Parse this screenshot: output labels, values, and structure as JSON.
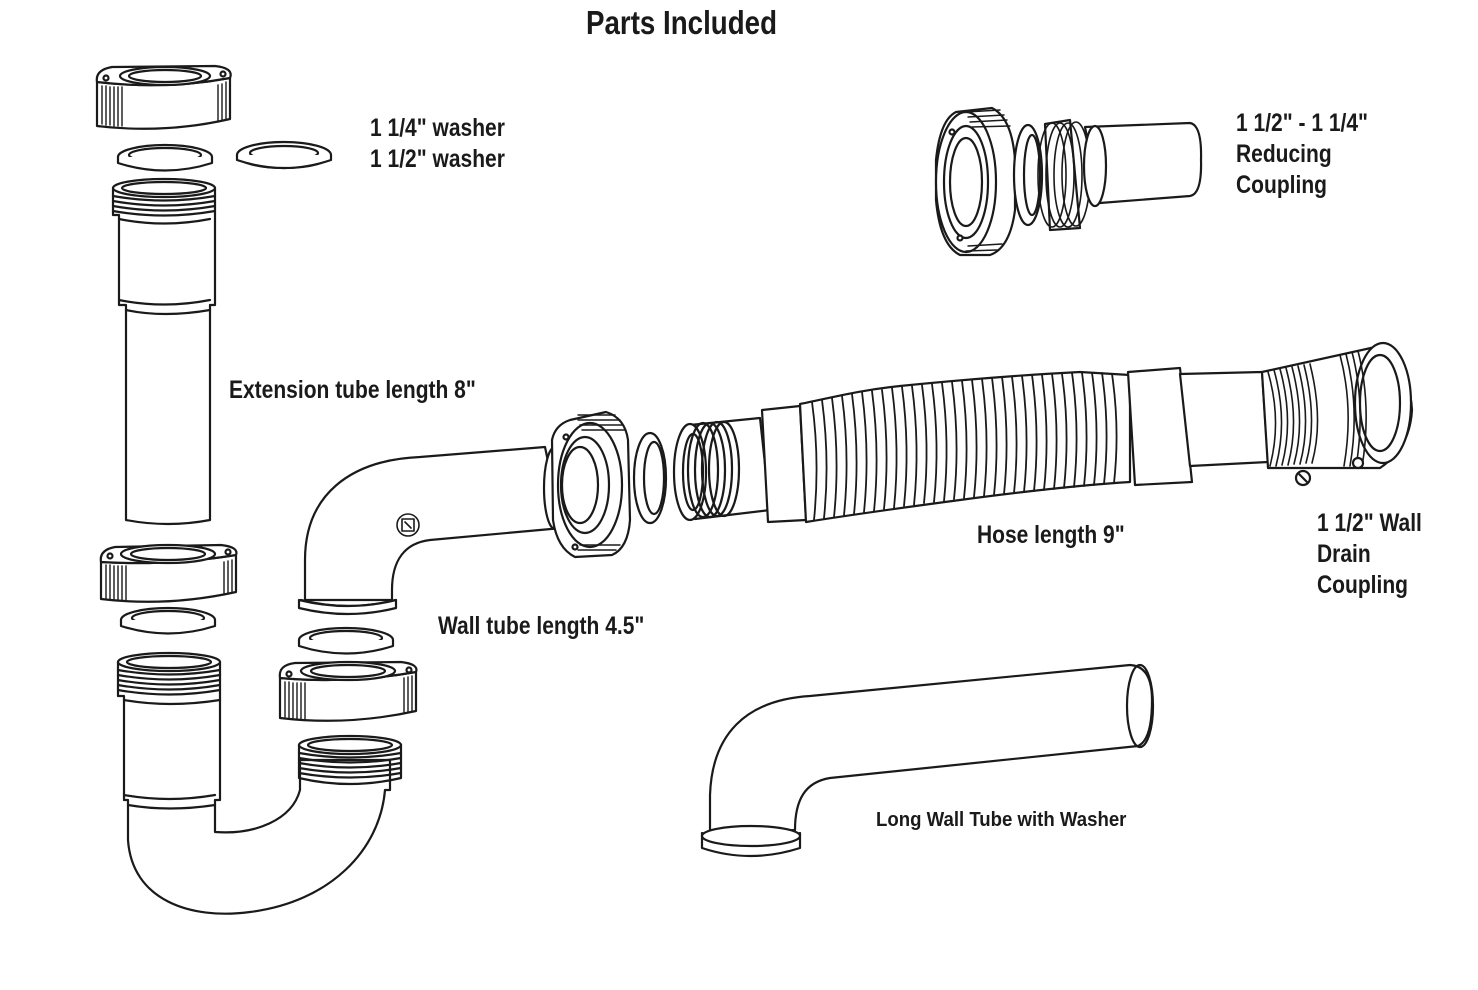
{
  "title": "Parts Included",
  "labels": {
    "washer_1_25": "1 1/4\" washer",
    "washer_1_5": "1 1/2\" washer",
    "reducing_line1": "1 1/2\" - 1 1/4\"",
    "reducing_line2": "Reducing",
    "reducing_line3": "Coupling",
    "extension_tube": "Extension tube length 8\"",
    "hose": "Hose length 9\"",
    "wall_drain_line1": "1 1/2\" Wall",
    "wall_drain_line2": "Drain",
    "wall_drain_line3": "Coupling",
    "wall_tube": "Wall tube length 4.5\"",
    "long_wall_tube": "Long Wall Tube with Washer"
  },
  "colors": {
    "line": "#1a1a1a",
    "fill": "#ffffff",
    "background": "#ffffff"
  }
}
